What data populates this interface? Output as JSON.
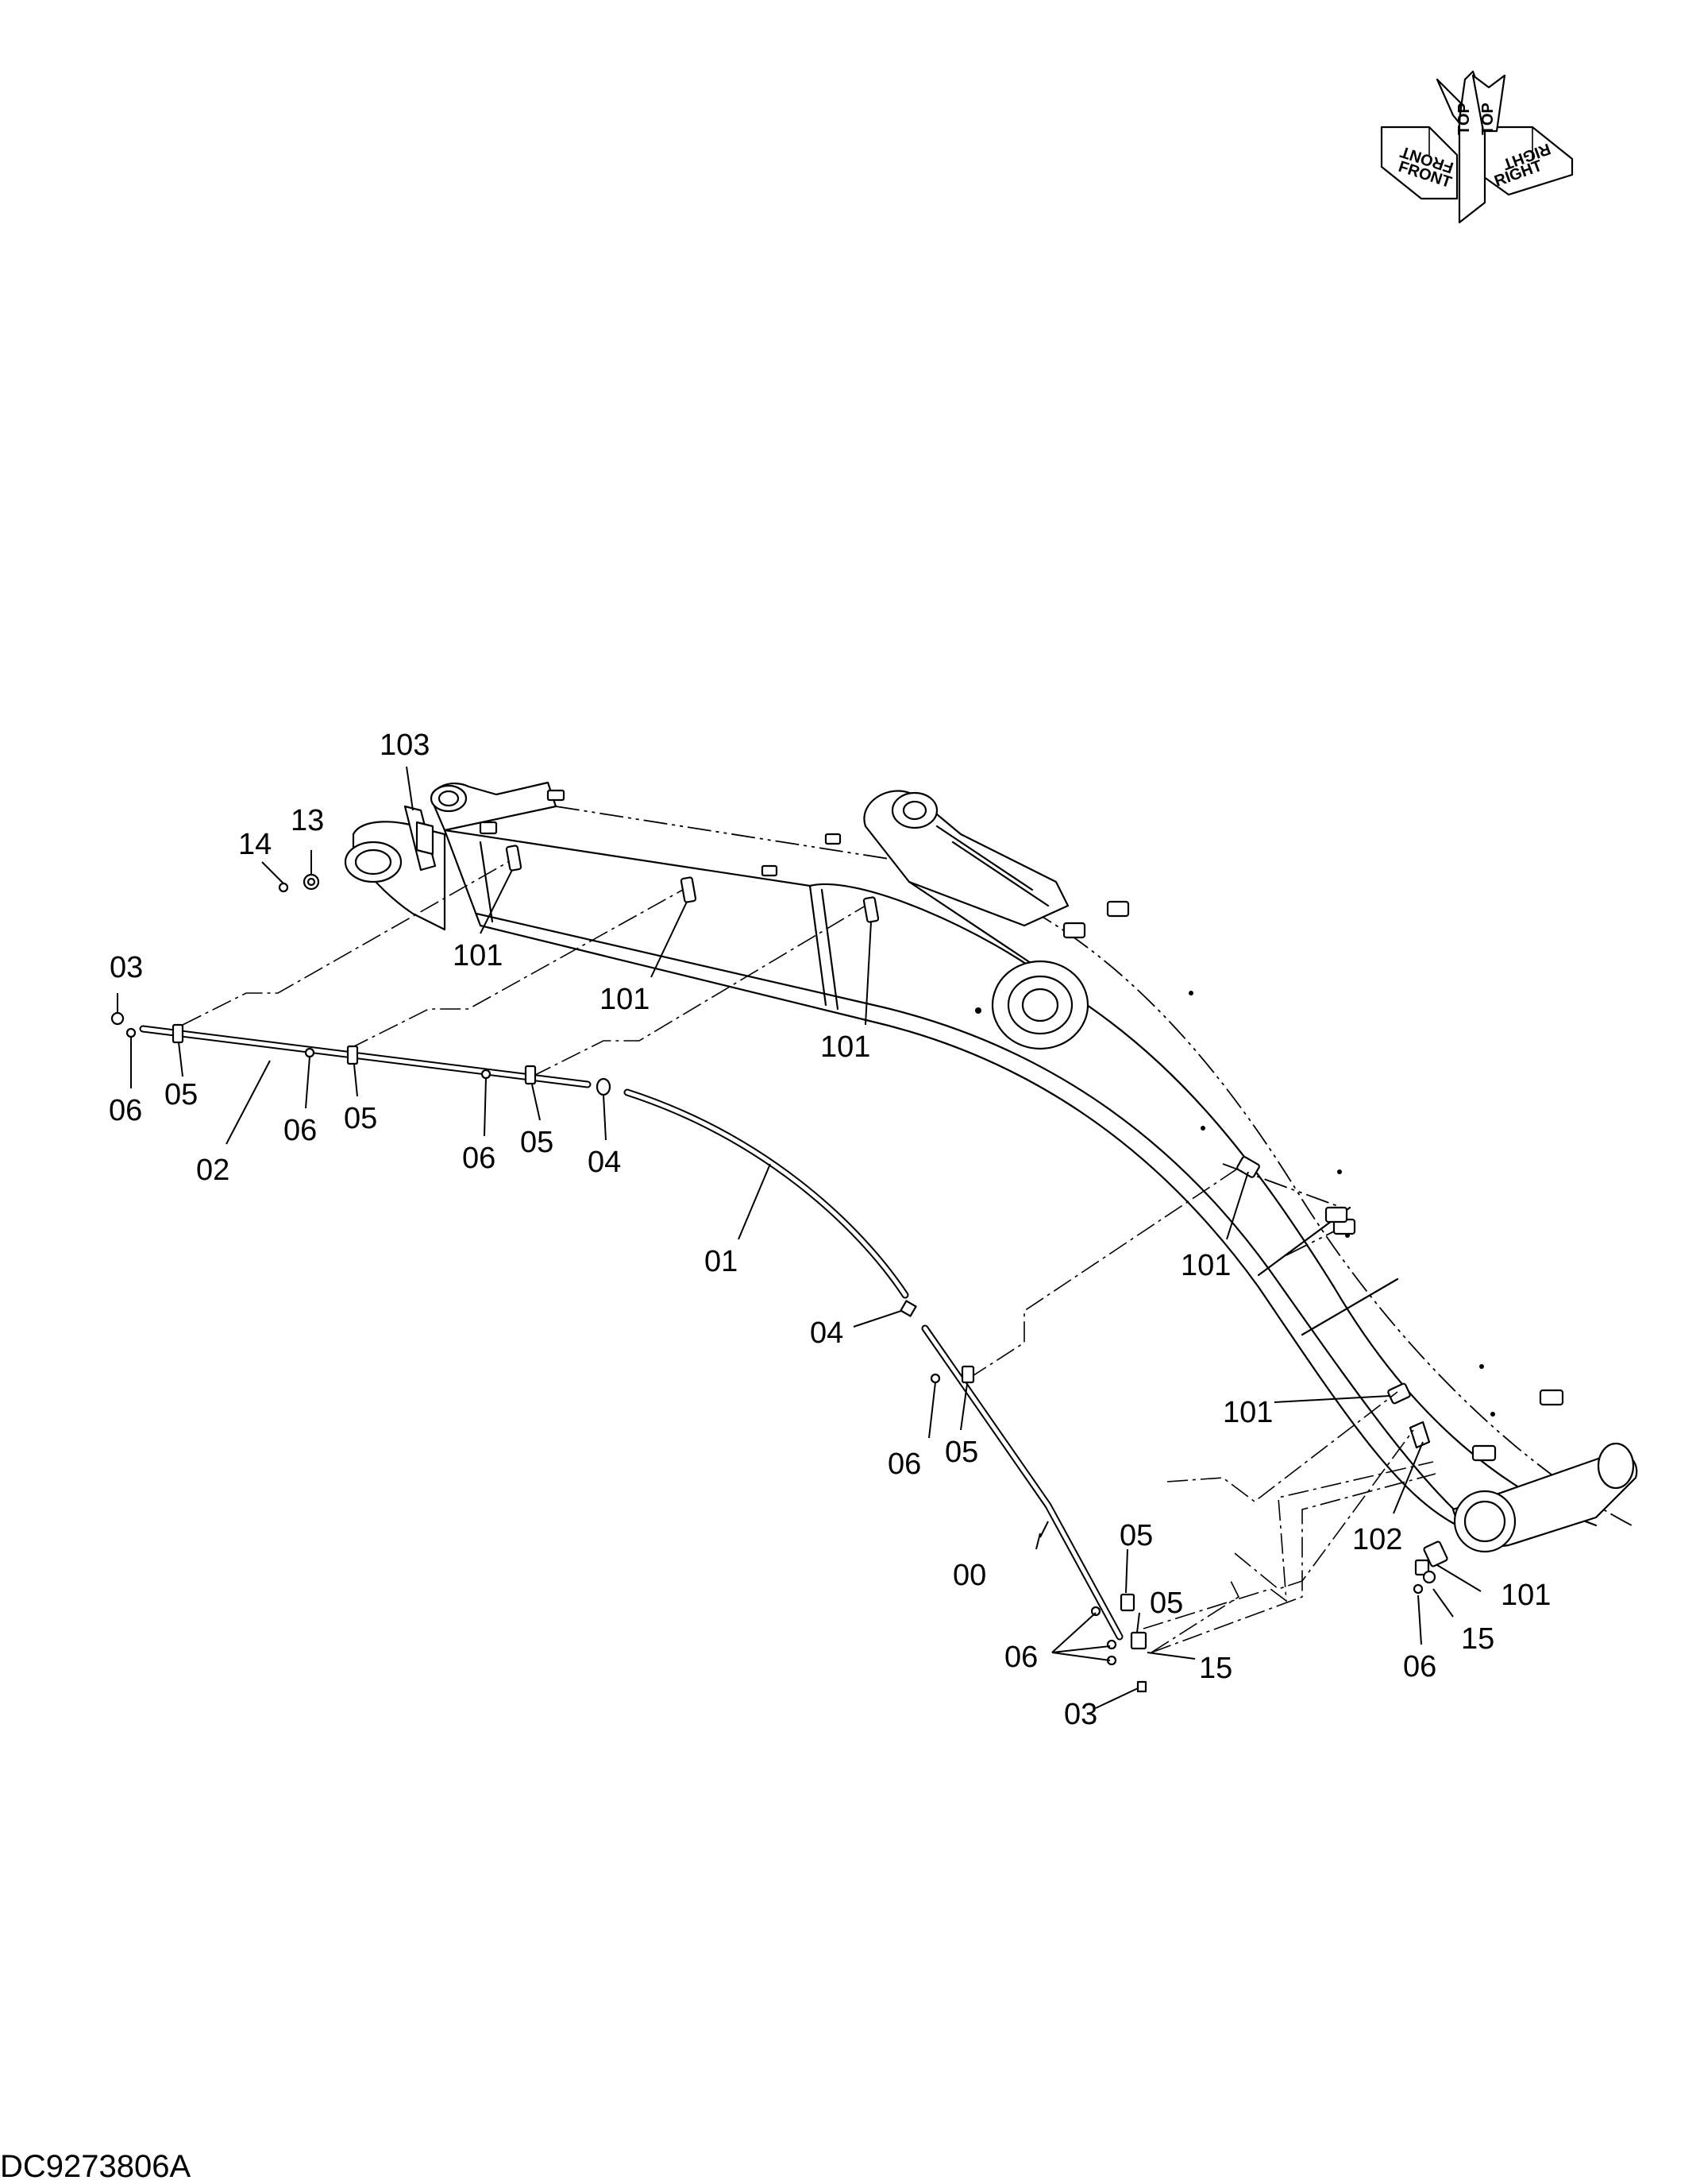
{
  "drawing_id": "DC9273806A",
  "orientation": {
    "top": "TOP",
    "front": "FRONT",
    "right": "RIGHT"
  },
  "callouts": [
    {
      "id": "c103",
      "text": "103"
    },
    {
      "id": "c13",
      "text": "13"
    },
    {
      "id": "c14",
      "text": "14"
    },
    {
      "id": "c101a",
      "text": "101"
    },
    {
      "id": "c101b",
      "text": "101"
    },
    {
      "id": "c101c",
      "text": "101"
    },
    {
      "id": "c03a",
      "text": "03"
    },
    {
      "id": "c05a",
      "text": "05"
    },
    {
      "id": "c06a",
      "text": "06"
    },
    {
      "id": "c02",
      "text": "02"
    },
    {
      "id": "c06b",
      "text": "06"
    },
    {
      "id": "c05b",
      "text": "05"
    },
    {
      "id": "c06c",
      "text": "06"
    },
    {
      "id": "c05c",
      "text": "05"
    },
    {
      "id": "c04a",
      "text": "04"
    },
    {
      "id": "c01",
      "text": "01"
    },
    {
      "id": "c04b",
      "text": "04"
    },
    {
      "id": "c101d",
      "text": "101"
    },
    {
      "id": "c101e",
      "text": "101"
    },
    {
      "id": "c06d",
      "text": "06"
    },
    {
      "id": "c05d",
      "text": "05"
    },
    {
      "id": "c102",
      "text": "102"
    },
    {
      "id": "c05e",
      "text": "05"
    },
    {
      "id": "c00",
      "text": "00"
    },
    {
      "id": "c101f",
      "text": "101"
    },
    {
      "id": "c05f",
      "text": "05"
    },
    {
      "id": "c15a",
      "text": "15"
    },
    {
      "id": "c06e",
      "text": "06"
    },
    {
      "id": "c15b",
      "text": "15"
    },
    {
      "id": "c03b",
      "text": "03"
    },
    {
      "id": "c06f",
      "text": "06"
    }
  ]
}
